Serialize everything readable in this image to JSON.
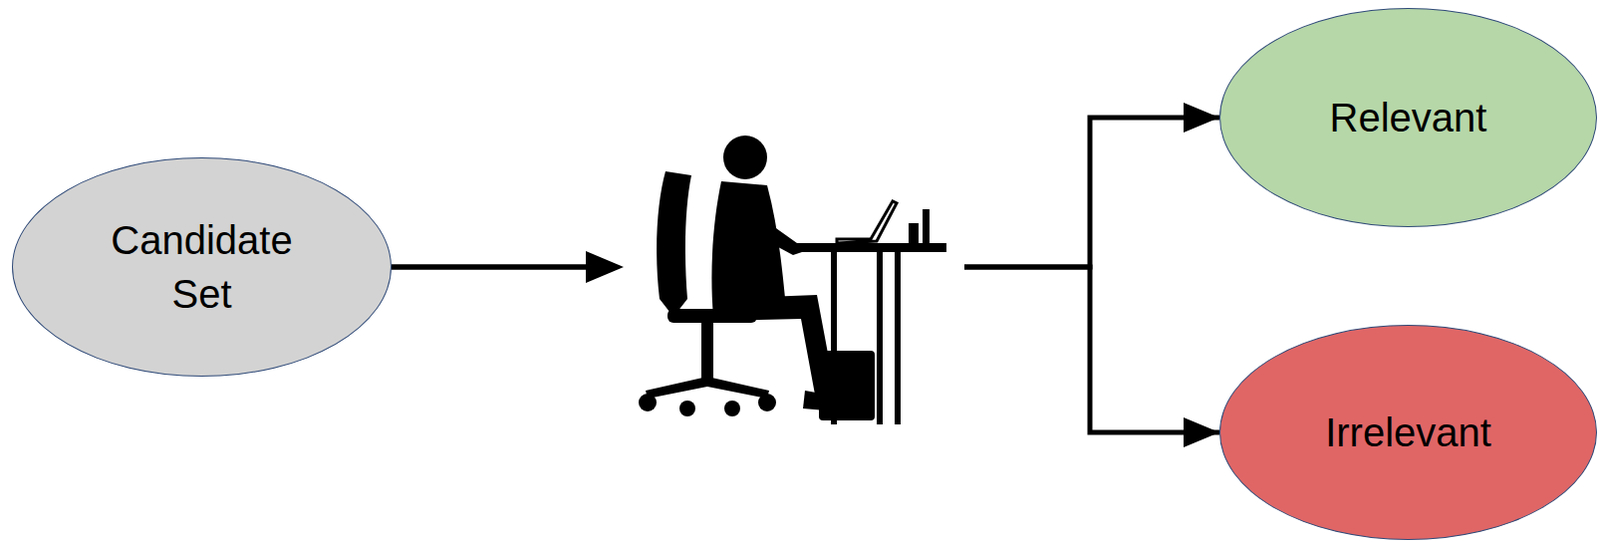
{
  "diagram": {
    "nodes": [
      {
        "text": [
          "Candidate Set"
        ]
      },
      {
        "text": [
          "Relevant"
        ]
      },
      {
        "text": [
          "Irrelevant"
        ]
      }
    ],
    "edges": [
      {
        "from": 0,
        "to": 1,
        "arrow": "to"
      },
      {
        "from": 0,
        "to": 2,
        "arrow": "to"
      }
    ]
  }
}
